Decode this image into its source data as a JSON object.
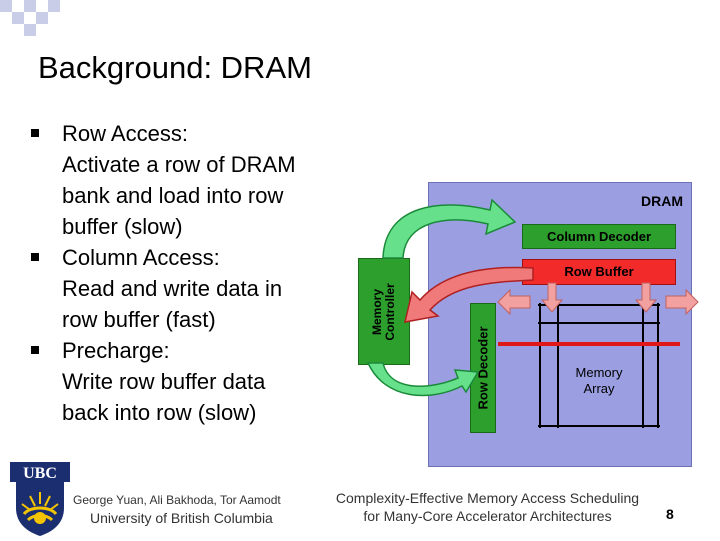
{
  "slide": {
    "title": "Background: DRAM",
    "bullets": [
      {
        "head": "Row Access:",
        "lines": [
          "Activate a row of DRAM",
          "bank and load into row",
          "buffer (slow)"
        ]
      },
      {
        "head": "Column Access:",
        "lines": [
          "Read and write data in",
          "row buffer (fast)"
        ]
      },
      {
        "head": "Precharge:",
        "lines": [
          "Write row buffer data",
          "back into row (slow)"
        ]
      }
    ]
  },
  "diagram": {
    "dram_label": "DRAM",
    "column_decoder": "Column Decoder",
    "row_buffer": "Row Buffer",
    "memory_array": [
      "Memory",
      "Array"
    ],
    "row_decoder": "Row Decoder",
    "memory_controller": [
      "Memory",
      "Controller"
    ]
  },
  "footer": {
    "authors": "George Yuan, Ali Bakhoda, Tor Aamodt",
    "university": "University of British Columbia",
    "paper_line1": "Complexity-Effective Memory Access Scheduling",
    "paper_line2": "for Many-Core Accelerator Architectures",
    "page_number": "8",
    "logo_text": "UBC"
  },
  "colors": {
    "dram_fill": "#9b9fe2",
    "decoder_green": "#2d9f2d",
    "row_buffer_red": "#f22a2a",
    "arrow_green": "#66e08a",
    "arrow_red": "#f07a7a",
    "ubc_blue": "#1b2e70",
    "ubc_gold": "#f5c400"
  }
}
